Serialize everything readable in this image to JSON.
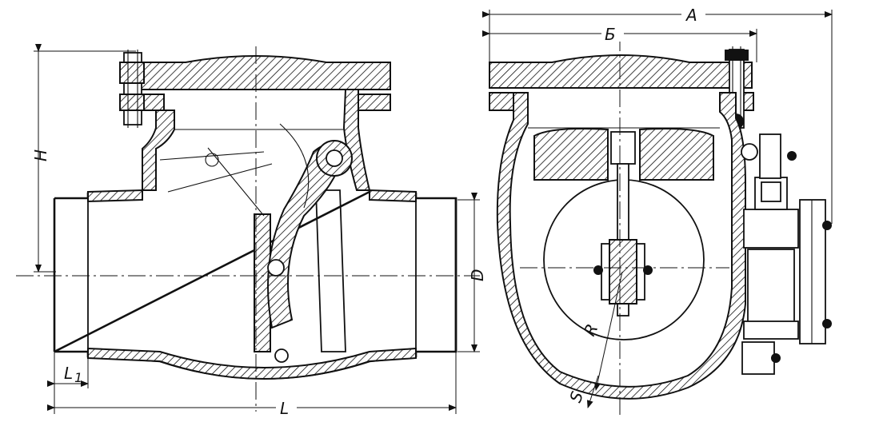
{
  "drawing": {
    "labels": {
      "H": "H",
      "L": "L",
      "L1": "L",
      "L1_sub": "1",
      "D": "D",
      "A": "A",
      "B": "Б",
      "R": "R",
      "S": "S"
    }
  }
}
